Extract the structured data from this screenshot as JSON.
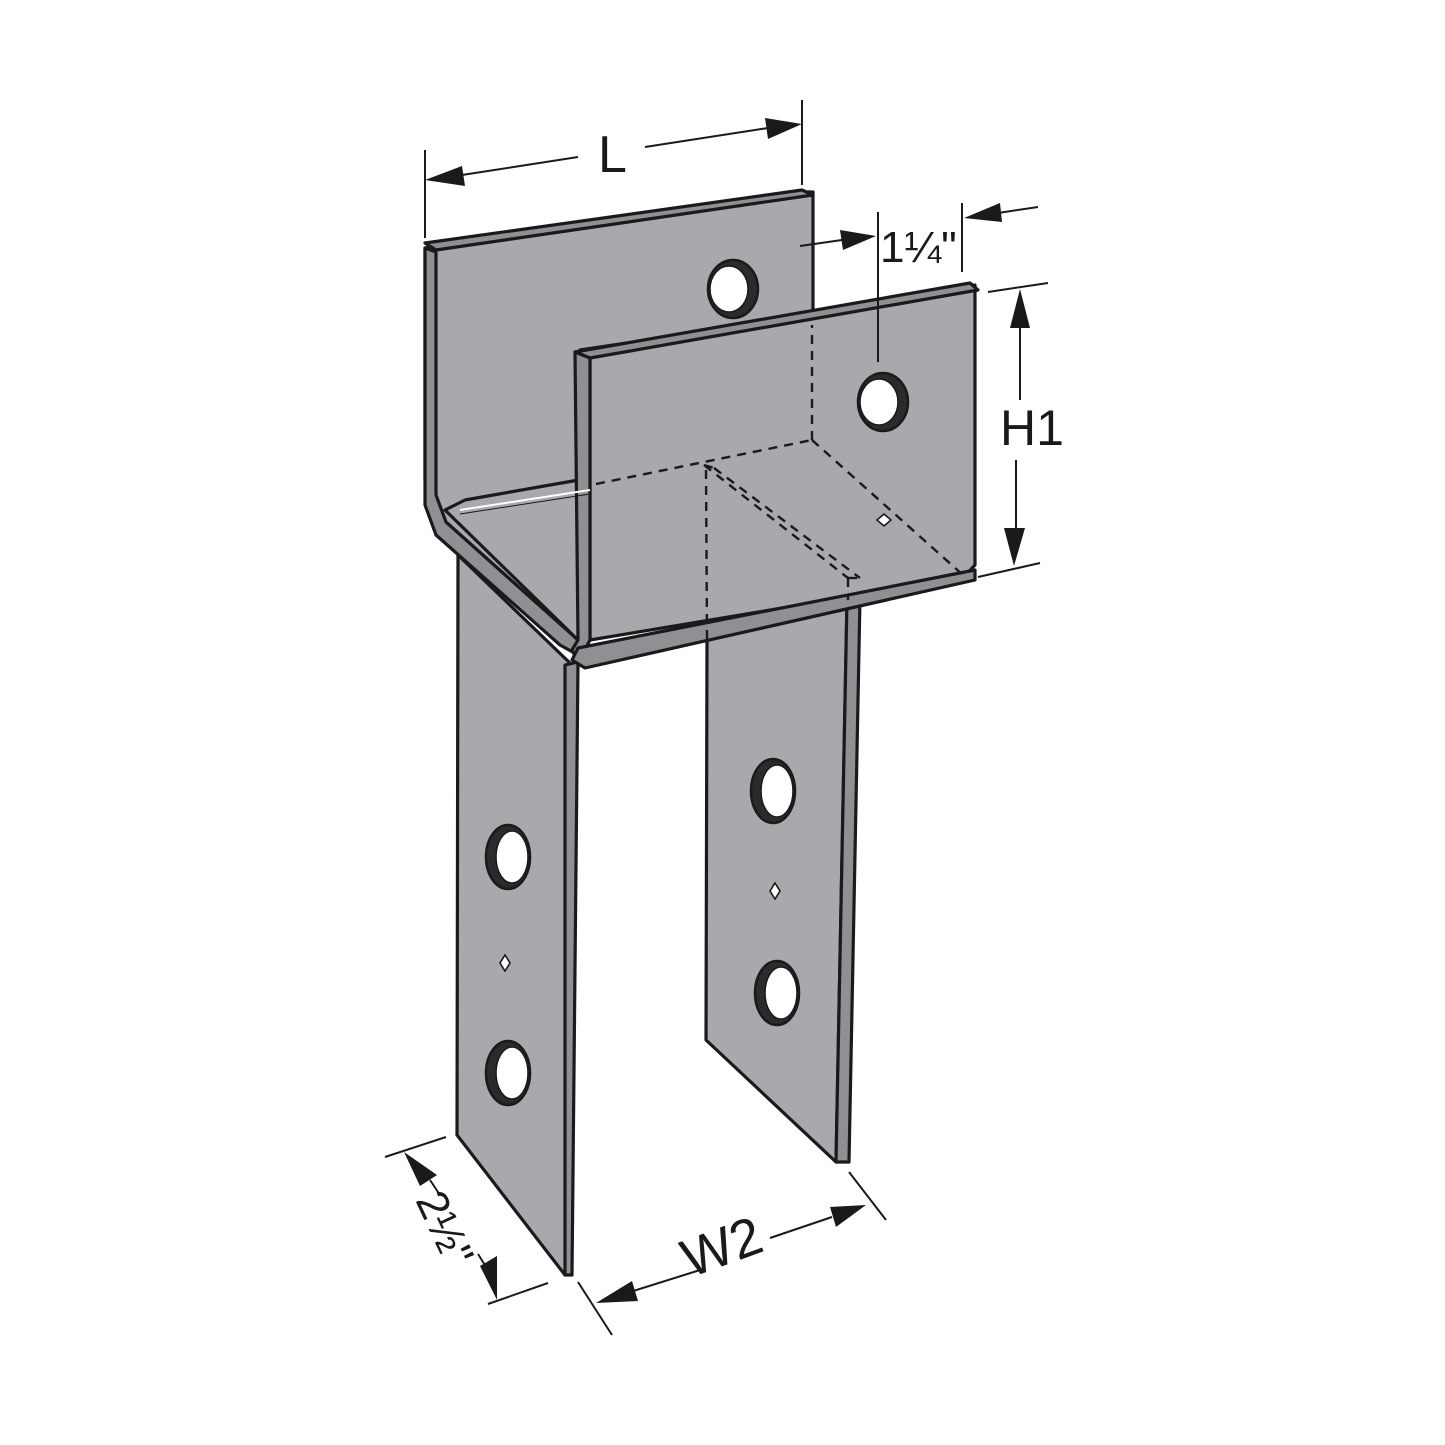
{
  "diagram": {
    "product": "post-base-bracket",
    "colors": {
      "background": "#ffffff",
      "metal": "#a7a9ac",
      "metal_edge": "#8e9094",
      "outline": "#1a1a1a"
    },
    "dimensions": {
      "length": "L",
      "hole_offset": "1¼\"",
      "height": "H1",
      "width": "W2",
      "strap_width": "2½\""
    }
  }
}
